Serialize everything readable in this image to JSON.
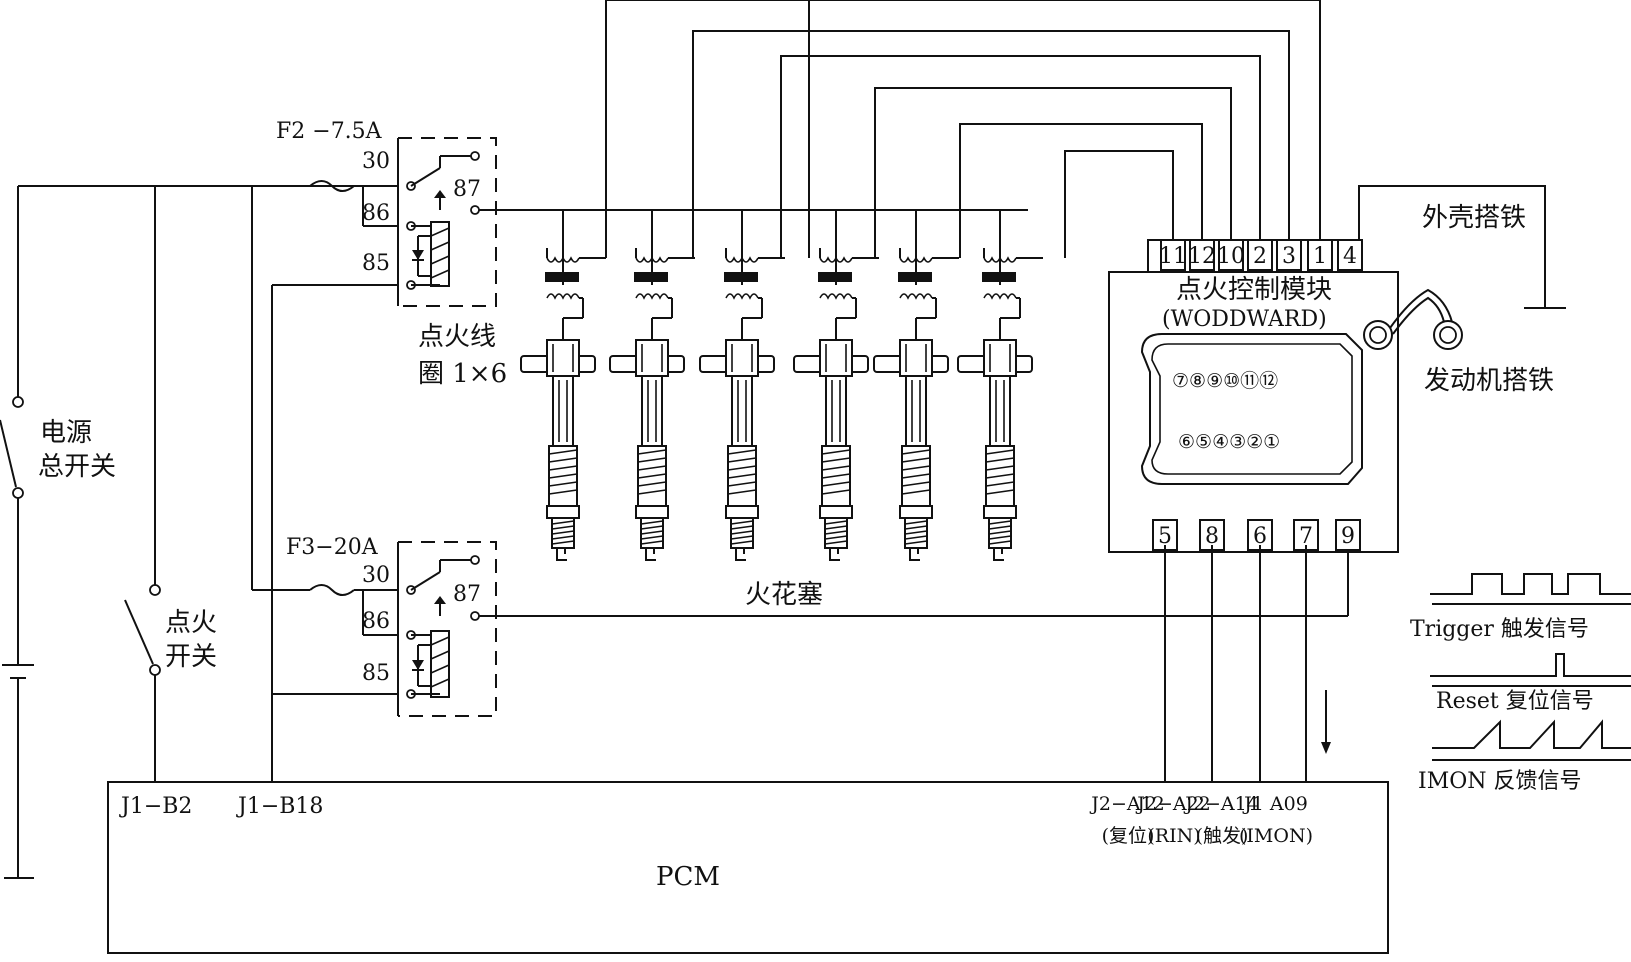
{
  "labels": {
    "f2": "F2 −7.5A",
    "f3": "F3−20A",
    "r1_30": "30",
    "r1_86": "86",
    "r1_85": "85",
    "r1_87": "87",
    "r2_30": "30",
    "r2_86": "86",
    "r2_85": "85",
    "r2_87": "87",
    "coil_line1": "点火线",
    "coil_line2": "圈 1×6",
    "main_switch_1": "电源",
    "main_switch_2": "总开关",
    "ign_switch_1": "点火",
    "ign_switch_2": "开关",
    "spark_plug": "火花塞",
    "module_title": "点火控制模块",
    "module_sub": "(WODDWARD)",
    "case_ground": "外壳搭铁",
    "engine_ground": "发动机搭铁",
    "pcm": "PCM",
    "j1_b2": "J1−B2",
    "j1_b18": "J1−B18",
    "pcm_pins": [
      "J2−A12",
      "J2−A22",
      "J2−A14",
      "J1   A09"
    ],
    "pcm_pin_notes": [
      "(复位)",
      "(RIN)",
      "(触发)",
      "(IMON)"
    ],
    "trigger": "Trigger 触发信号",
    "reset": "Reset 复位信号",
    "imon": "IMON 反馈信号"
  },
  "module_pins_top": [
    "11",
    "12",
    "10",
    "2",
    "3",
    "1",
    "4"
  ],
  "module_pins_bottom": [
    "5",
    "8",
    "6",
    "7",
    "9"
  ],
  "connector_top_row": [
    "⑦⑧⑨⑩⑪⑫"
  ],
  "connector_bottom_row": [
    "⑥⑤④③②①"
  ]
}
